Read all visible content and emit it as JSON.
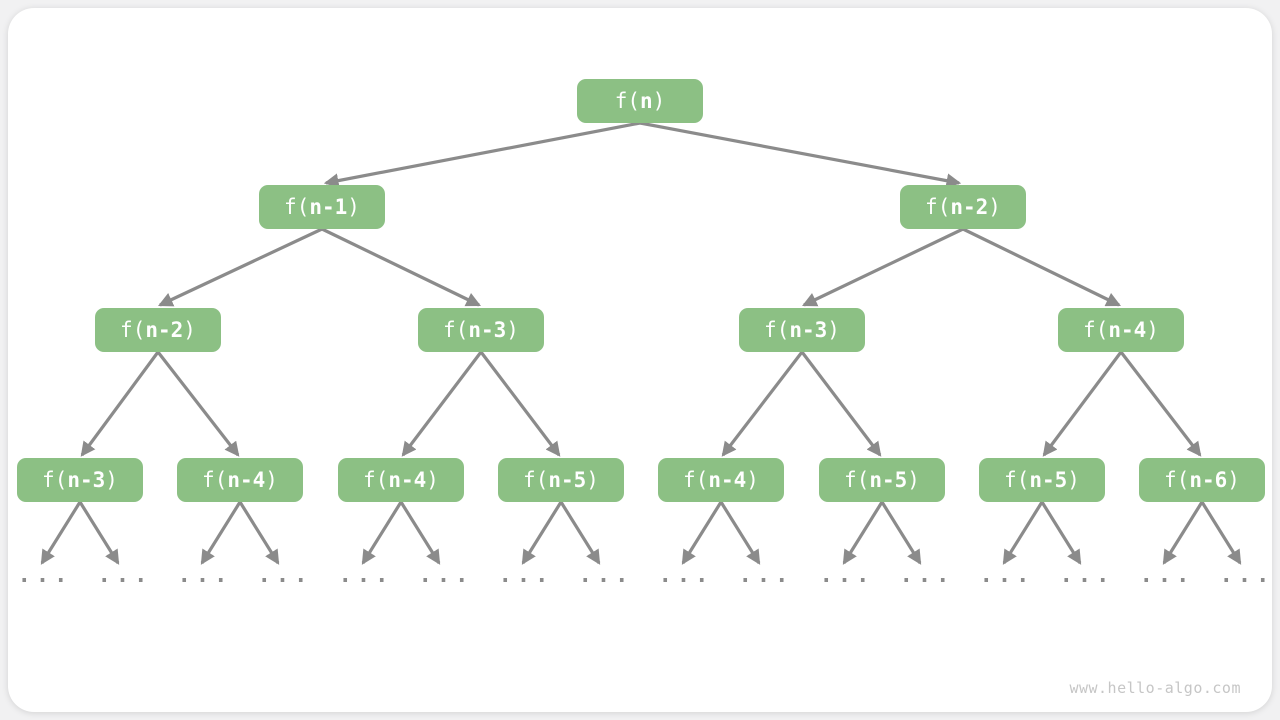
{
  "diagram": {
    "nodes": [
      {
        "label": "f(n)",
        "prefix": "f(",
        "arg": "n",
        "suffix": ")",
        "level": 0,
        "parent": null
      },
      {
        "label": "f(n-1)",
        "prefix": "f(",
        "arg": "n-1",
        "suffix": ")",
        "level": 1,
        "parent": 0
      },
      {
        "label": "f(n-2)",
        "prefix": "f(",
        "arg": "n-2",
        "suffix": ")",
        "level": 1,
        "parent": 0
      },
      {
        "label": "f(n-2)",
        "prefix": "f(",
        "arg": "n-2",
        "suffix": ")",
        "level": 2,
        "parent": 1
      },
      {
        "label": "f(n-3)",
        "prefix": "f(",
        "arg": "n-3",
        "suffix": ")",
        "level": 2,
        "parent": 1
      },
      {
        "label": "f(n-3)",
        "prefix": "f(",
        "arg": "n-3",
        "suffix": ")",
        "level": 2,
        "parent": 2
      },
      {
        "label": "f(n-4)",
        "prefix": "f(",
        "arg": "n-4",
        "suffix": ")",
        "level": 2,
        "parent": 2
      },
      {
        "label": "f(n-3)",
        "prefix": "f(",
        "arg": "n-3",
        "suffix": ")",
        "level": 3,
        "parent": 3
      },
      {
        "label": "f(n-4)",
        "prefix": "f(",
        "arg": "n-4",
        "suffix": ")",
        "level": 3,
        "parent": 3
      },
      {
        "label": "f(n-4)",
        "prefix": "f(",
        "arg": "n-4",
        "suffix": ")",
        "level": 3,
        "parent": 4
      },
      {
        "label": "f(n-5)",
        "prefix": "f(",
        "arg": "n-5",
        "suffix": ")",
        "level": 3,
        "parent": 4
      },
      {
        "label": "f(n-4)",
        "prefix": "f(",
        "arg": "n-4",
        "suffix": ")",
        "level": 3,
        "parent": 5
      },
      {
        "label": "f(n-5)",
        "prefix": "f(",
        "arg": "n-5",
        "suffix": ")",
        "level": 3,
        "parent": 5
      },
      {
        "label": "f(n-5)",
        "prefix": "f(",
        "arg": "n-5",
        "suffix": ")",
        "level": 3,
        "parent": 6
      },
      {
        "label": "f(n-6)",
        "prefix": "f(",
        "arg": "n-6",
        "suffix": ")",
        "level": 3,
        "parent": 6
      }
    ],
    "ellipsis": "...",
    "watermark": "www.hello-algo.com"
  },
  "colors": {
    "node_fill": "#8CC084",
    "node_text": "#FFFFFF",
    "edge": "#8B8B8B",
    "dots": "#8B8B8B",
    "watermark": "#C6C6C6",
    "card_bg": "#FFFFFF",
    "page_bg": "#F1F1F2"
  }
}
